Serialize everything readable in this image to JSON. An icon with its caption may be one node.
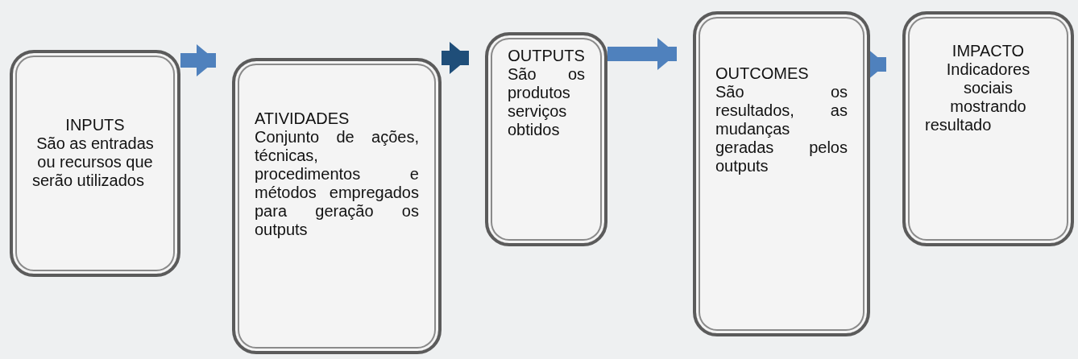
{
  "diagram": {
    "nodes": [
      {
        "text": [
          "INPUTS",
          "São as entradas ou recursos que serão utilizados"
        ]
      },
      {
        "text": [
          "ATIVIDADES",
          "Conjunto de ações, técnicas, procedimentos e métodos empregados para geração os outputs"
        ]
      },
      {
        "text": [
          "OUTPUTS",
          "São os produtos serviços obtidos"
        ]
      },
      {
        "text": [
          "OUTCOMES",
          "São os resultados, as mudanças geradas pelos outputs"
        ]
      },
      {
        "text": [
          "IMPACTO",
          "Indicadores sociais mostrando resultado"
        ]
      }
    ],
    "edges": [
      {
        "from": 0,
        "to": 1,
        "arrow": "to"
      },
      {
        "from": 1,
        "to": 2,
        "arrow": "to",
        "color": "#1f4e79"
      },
      {
        "from": 2,
        "to": 3,
        "arrow": "to"
      },
      {
        "from": 3,
        "to": 4,
        "arrow": "to"
      }
    ]
  }
}
